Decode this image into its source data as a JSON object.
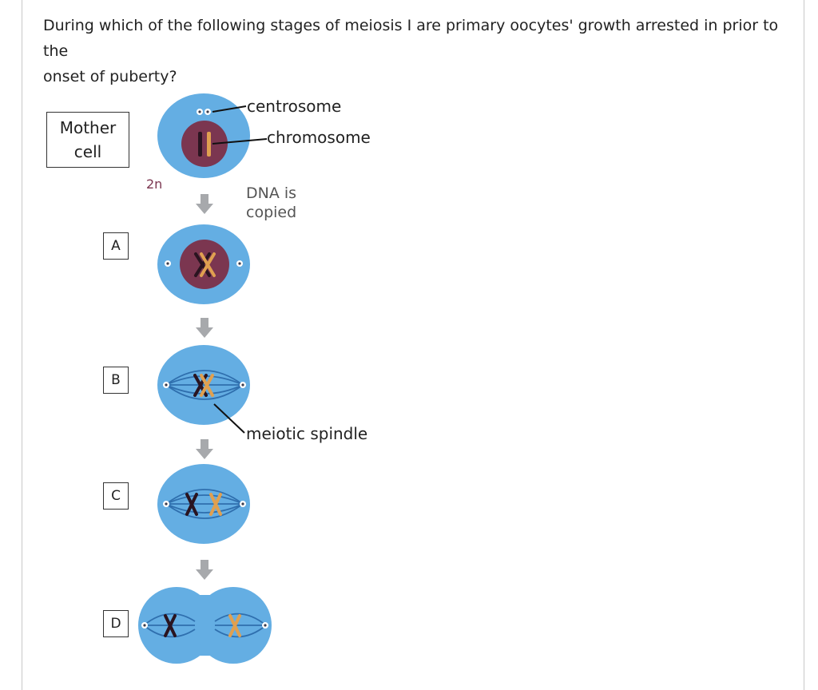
{
  "question": {
    "line1": "During which of the following stages of meiosis I are primary oocytes' growth arrested in prior to the",
    "line2": "onset of puberty?"
  },
  "diagram": {
    "mother_cell_line1": "Mother",
    "mother_cell_line2": "cell",
    "ploidy": "2n",
    "labels": {
      "centrosome": "centrosome",
      "chromosome": "chromosome",
      "dna_line1": "DNA is",
      "dna_line2": "copied",
      "spindle": "meiotic spindle"
    },
    "stages": [
      "A",
      "B",
      "C",
      "D"
    ]
  },
  "colors": {
    "cell_blue": "#64aee3",
    "nucleus": "#7b3650",
    "chromosome_dark": "#2a1420",
    "chromosome_orange": "#e0a050",
    "arrow_gray": "#a7a9ac",
    "spindle": "#2f6fae"
  }
}
